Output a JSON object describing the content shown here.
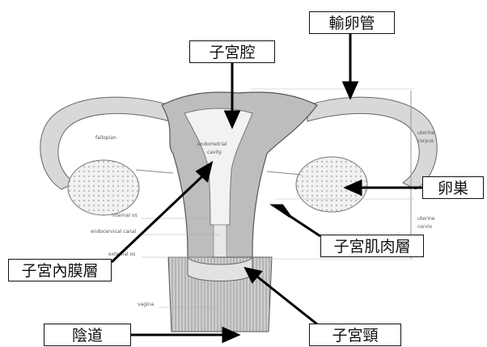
{
  "labels": {
    "uterine_cavity": "子宮腔",
    "fallopian_tube": "輸卵管",
    "ovary": "卵巣",
    "myometrium": "子宮肌肉層",
    "endometrium": "子宮內膜層",
    "vagina": "陰道",
    "cervix": "子宮頸"
  },
  "faint_labels": {
    "fallopian": "fallopian",
    "endometrial": "endometrial",
    "cavity": "cavity",
    "internal_os": "internal os",
    "endocervical_canal": "endocervical canal",
    "external_os": "external os",
    "vagina": "vagina",
    "uterine": "uterine",
    "corpus": "corpus",
    "uterine2": "uterine",
    "cervix": "cervix"
  }
}
